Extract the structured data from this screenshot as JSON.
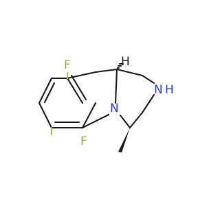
{
  "molecule": {
    "atoms": {
      "fluorine_top": {
        "symbol": "F",
        "color": "#9ab531"
      },
      "fluorine_bottom": {
        "symbol": "F",
        "color": "#9ab531"
      },
      "nitrogen_ring": {
        "symbol": "N",
        "color": "#2c3fc4"
      },
      "nitrogen_amine": {
        "symbol": "N",
        "color": "#2c3fc4"
      },
      "amine_hydrogen": {
        "symbol": "H",
        "color": "#2c3fc4"
      },
      "stereo_hydrogen": {
        "symbol": "H",
        "color": "#1a1a1a"
      }
    },
    "bond_color": "#1a1a1a"
  }
}
